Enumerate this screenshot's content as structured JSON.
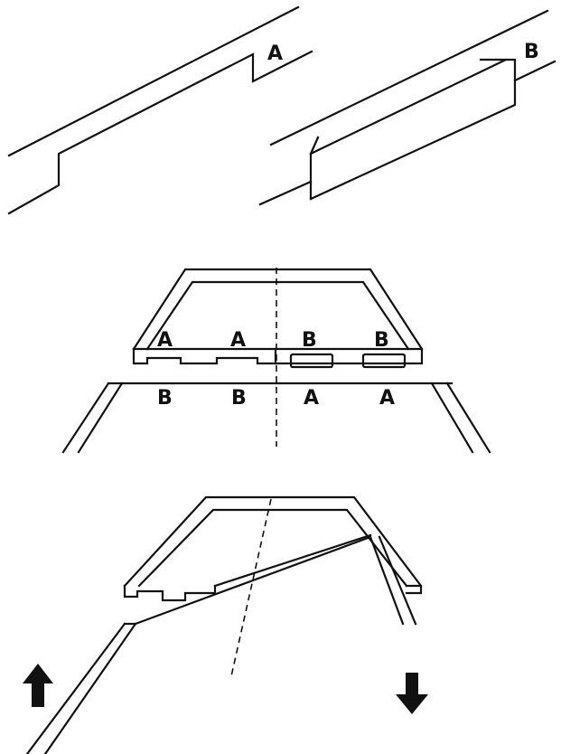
{
  "diagram": {
    "panel_top": {
      "left_label": "A",
      "right_label": "B"
    },
    "panel_middle": {
      "upper_labels": [
        "A",
        "A",
        "B",
        "B"
      ],
      "lower_labels": [
        "B",
        "B",
        "A",
        "A"
      ]
    },
    "panel_bottom": {
      "arrows": [
        "up-arrow-icon",
        "down-arrow-icon"
      ]
    },
    "colors": {
      "ink": "#111111",
      "background": "#ffffff"
    }
  }
}
